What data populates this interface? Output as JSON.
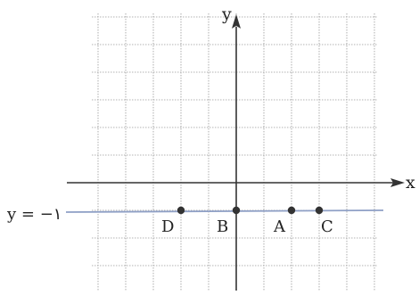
{
  "diagram": {
    "type": "coordinate-grid",
    "x_axis_label": "x",
    "y_axis_label": "y",
    "grid": true,
    "x_range": [
      -5,
      6
    ],
    "y_range": [
      -4,
      6
    ],
    "line": {
      "equation_label": "y = −١",
      "y": -1,
      "color": "#8fa0c6"
    },
    "points": [
      {
        "label": "D",
        "x": -2,
        "y": -1
      },
      {
        "label": "B",
        "x": 0,
        "y": -1
      },
      {
        "label": "A",
        "x": 2,
        "y": -1
      },
      {
        "label": "C",
        "x": 3,
        "y": -1
      }
    ],
    "colors": {
      "grid": "#9a9a9a",
      "axis": "#333333",
      "point": "#333333"
    }
  }
}
